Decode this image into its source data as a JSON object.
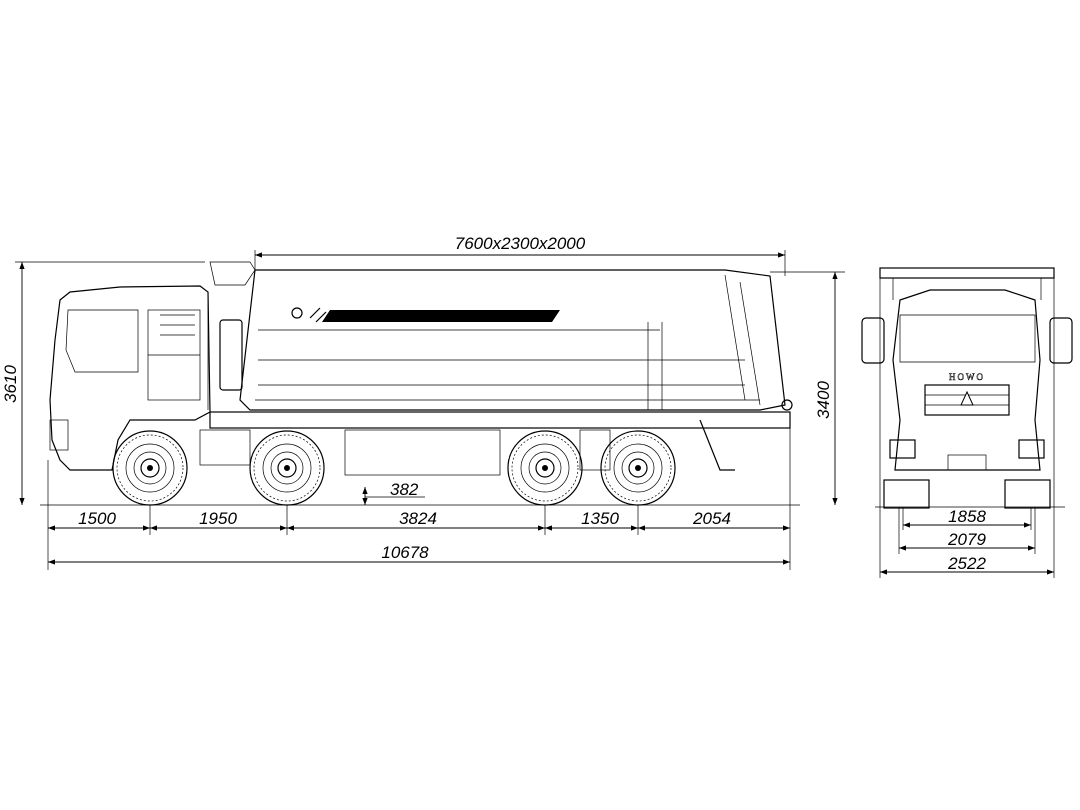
{
  "title": "Dump truck 8x4 dimension drawing",
  "side_view": {
    "body_dimensions": "7600x2300x2000",
    "overall_height": "3610",
    "body_height": "3400",
    "ground_clearance": "382",
    "front_overhang": "1500",
    "wheelbase_1_2": "1950",
    "wheelbase_2_3": "3824",
    "wheelbase_3_4": "1350",
    "rear_overhang": "2054",
    "overall_length": "10678"
  },
  "front_view": {
    "logo_text": "HOWO",
    "track_front": "1858",
    "track_rear": "2079",
    "overall_width": "2522"
  }
}
